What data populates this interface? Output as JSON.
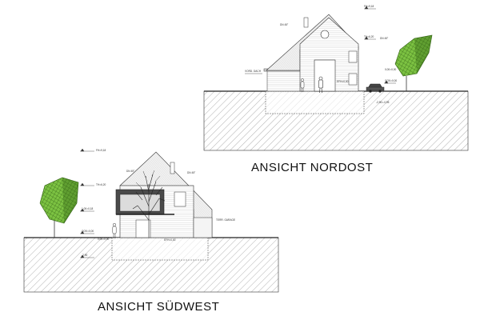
{
  "views": {
    "nordost": {
      "title": "ANSICHT NORDOST",
      "labels": {
        "ridge_level": "FH=9,18",
        "eave_level": "TH=6,20",
        "roof_pitch_left": "DN 45°",
        "roof_pitch_right": "DN 45°",
        "ground_level": "0,00=0,00",
        "terrain_level": "GOK=0,00",
        "floor_level": "EFH=0,00",
        "basement_level": "-2,90=-0,95",
        "canopy_label": "VORD. DACH"
      }
    },
    "suedwest": {
      "title": "ANSICHT SÜDWEST",
      "labels": {
        "ridge_level": "FH=9,18",
        "eave_level": "TH=6,20",
        "roof_pitch_left": "DN 45°",
        "roof_pitch_right": "DN 45°",
        "upper_level": "1,00=0,18",
        "terrain_level": "GOK=0,00",
        "floor_level": "EFH=0,00",
        "basement_level": "-2,90",
        "terrace_label": "TERR. GARAGE",
        "ground_level": "0,00=0,00"
      }
    }
  },
  "colors": {
    "line": "#222222",
    "tree_fill": "#7cc242",
    "tree_dark": "#2f5e12",
    "hatch": "#555555"
  },
  "icons": [
    "tree-icon",
    "person-icon",
    "car-icon",
    "level-marker-icon"
  ]
}
